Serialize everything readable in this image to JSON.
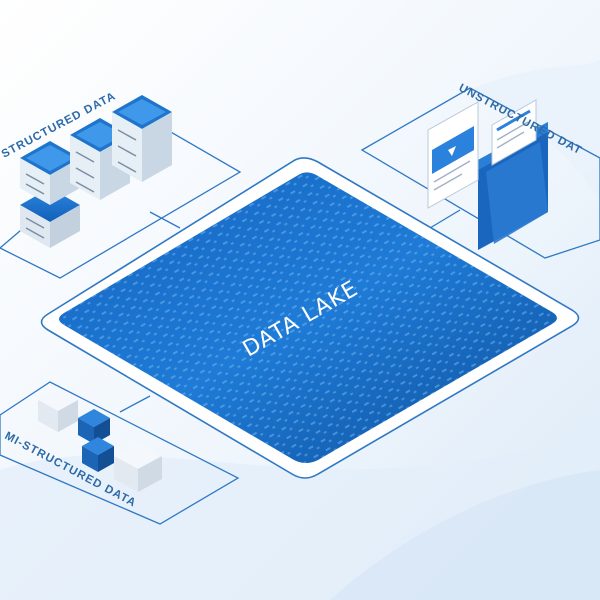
{
  "diagram": {
    "center": {
      "label": "DATA LAKE"
    },
    "nodes": [
      {
        "id": "structured",
        "label": "STRUCTURED DATA",
        "icon": "server-stack-icon"
      },
      {
        "id": "unstructured",
        "label": "UNSTRUCTURED DAT",
        "icon": "folder-documents-icon"
      },
      {
        "id": "semi",
        "label": "MI-STRUCTURED DATA",
        "icon": "cubes-icon"
      }
    ]
  },
  "colors": {
    "lake_dark": "#0f4f9a",
    "lake_light": "#2f8ce0",
    "accent": "#2d6aa8",
    "line": "#2f78c4"
  }
}
